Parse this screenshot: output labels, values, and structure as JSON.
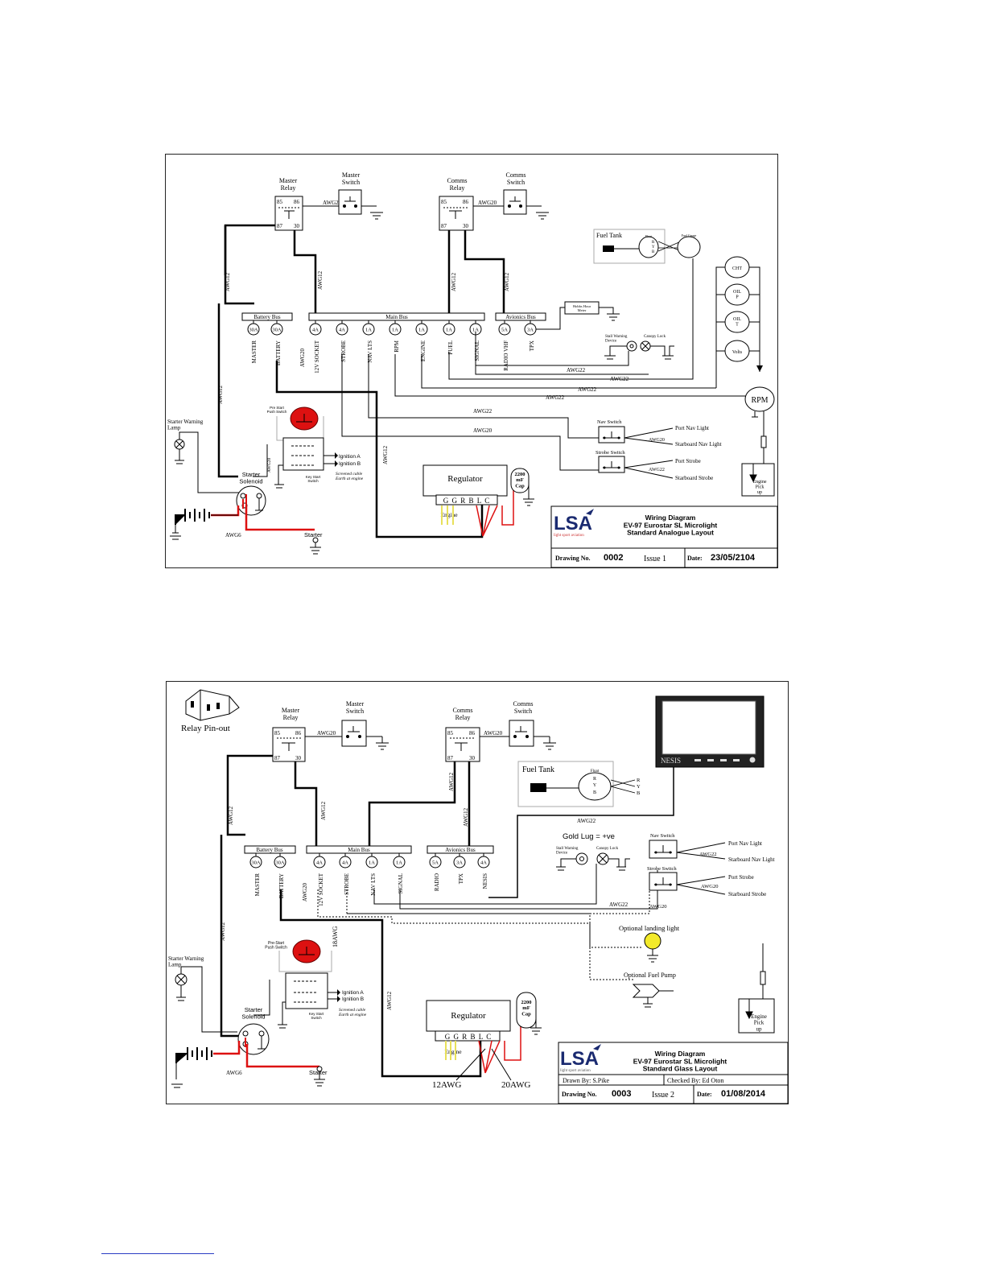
{
  "sheet1": {
    "master_relay": "Master\nRelay",
    "master_switch": "Master\nSwitch",
    "comms_relay": "Comms\nRelay",
    "comms_switch": "Comms\nSwitch",
    "relay_pins": [
      "85",
      "86",
      "87",
      "30"
    ],
    "fuel_tank": "Fuel Tank",
    "float": "Float",
    "fuel_gauge": "Fuel Gauge",
    "ryb": [
      "R",
      "Y",
      "B"
    ],
    "gauges": [
      {
        "name": "cht",
        "label": "CHT"
      },
      {
        "name": "oil-p",
        "label": "OIL\nP"
      },
      {
        "name": "oil-t",
        "label": "OIL\nT"
      },
      {
        "name": "volts",
        "label": "Volts"
      }
    ],
    "hobbs": "Hobbs Hour\nMeter",
    "stall_warning": "Stall Warning\nDevice",
    "canopy_lock": "Canopy Lock",
    "battery_bus": "Battery Bus",
    "main_bus": "Main Bus",
    "avionics_bus": "Avionics Bus",
    "breakers": [
      "30A",
      "30A",
      "4A",
      "4A",
      "1A",
      "1A",
      "1A",
      "1A",
      "1A",
      "5A",
      "3A"
    ],
    "breaker_labels": [
      "MASTER",
      "BATTERY",
      "AWG20",
      "12V SOCKET",
      "STROBE",
      "NAV LTS",
      "RPM",
      "ENGINE",
      "FUEL",
      "SIGNAL",
      "RADIO VHF",
      "TPX"
    ],
    "wire_labels": [
      "AWG20",
      "AWG20",
      "AWG12",
      "AWG12",
      "AWG12",
      "AWG12",
      "AWG12",
      "AWG12",
      "AWG22",
      "AWG22",
      "AWG22",
      "AWG22",
      "AWG22",
      "AWG20",
      "AWG20",
      "AWG22",
      "AWG20",
      "AWG6"
    ],
    "rpm": "RPM",
    "nav_switch": "Nav Switch",
    "strobe_switch": "Strobe Switch",
    "port_nav": "Port Nav Light",
    "stbd_nav": "Starboard Nav Light",
    "port_strobe": "Port Strobe",
    "stbd_strobe": "Starboard Strobe",
    "engine_pickup": "Engine\nPick\nup",
    "prestart": "Pre Start\nPush Switch",
    "starter_warning": "Starter Warning\nLamp",
    "ignition_a": "Ignition A",
    "ignition_b": "Ignition B",
    "key_start": "Key Start\nSwitch",
    "screened": "Screened cable\nEarth at engine",
    "starter_solenoid": "Starter\nSolenoid",
    "starter": "Starter",
    "regulator": "Regulator",
    "reg_pins": "G G R B L C",
    "engine": "Engine",
    "cap": "2200\nmF\nCap",
    "title_block": {
      "logo": "LSA",
      "logo_sub": "light sport aviation",
      "title": "Wiring Diagram\nEV-97 Eurostar SL Microlight\nStandard Analogue Layout",
      "drawing_no_label": "Drawing No.",
      "drawing_no": "0002",
      "issue": "Issue 1",
      "date_label": "Date:",
      "date": "23/05/2104"
    }
  },
  "sheet2": {
    "relay_pinout": "Relay Pin-out",
    "master_relay": "Master\nRelay",
    "master_switch": "Master\nSwitch",
    "comms_relay": "Comms\nRelay",
    "comms_switch": "Comms\nSwitch",
    "relay_pins": [
      "85",
      "86",
      "87",
      "30"
    ],
    "fuel_tank": "Fuel Tank",
    "float": "Float",
    "ryb": [
      "R",
      "Y",
      "B"
    ],
    "nesis": "NESIS",
    "gold_lug": "Gold Lug = +ve",
    "stall_warning": "Stall Warning\nDevice",
    "canopy_lock": "Canopy Lock",
    "battery_bus": "Battery Bus",
    "main_bus": "Main Bus",
    "avionics_bus": "Avionics Bus",
    "breakers": [
      "30A",
      "30A",
      "4A",
      "4A",
      "1A",
      "1A",
      "5A",
      "3A",
      "4A"
    ],
    "breaker_labels": [
      "MASTER",
      "BATTERY",
      "AWG20",
      "12V SOCKET",
      "STROBE",
      "NAV LTS",
      "SIGNAL",
      "RADIO",
      "TPX",
      "NESIS"
    ],
    "wire_labels": [
      "AWG20",
      "AWG20",
      "AWG12",
      "AWG12",
      "AWG12",
      "AWG12",
      "AWG12",
      "AWG12",
      "AWG22",
      "AWG22",
      "AWG22",
      "AWG20",
      "AWG20",
      "AWG6",
      "18AWG"
    ],
    "nav_switch": "Nav Switch",
    "strobe_switch": "Strobe Switch",
    "port_nav": "Port Nav Light",
    "stbd_nav": "Starboard Nav Light",
    "port_strobe": "Port Strobe",
    "stbd_strobe": "Starboard Strobe",
    "landing_light": "Optional landing light",
    "fuel_pump": "Optional Fuel Pump",
    "engine_pickup": "Engine\nPick\nup",
    "prestart": "Pre-Start\nPush Switch",
    "starter_warning": "Starter Warning\nLamp",
    "ignition_a": "Ignition A",
    "ignition_b": "Ignition B",
    "key_start": "Key Start\nSwitch",
    "screened": "Screened cable\nEarth at engine",
    "starter_solenoid": "Starter\nSolenoid",
    "starter": "Starter",
    "regulator": "Regulator",
    "reg_pins": "G G R B L C",
    "engine": "Engine",
    "cap": "2200\nmF\nCap",
    "awg12_label": "12AWG",
    "awg20_label": "20AWG",
    "title_block": {
      "logo": "LSA",
      "logo_sub": "light sport aviation",
      "title": "Wiring Diagram\nEV-97 Eurostar SL Microlight\nStandard Glass Layout",
      "drawn_by": "Drawn By: S.Pike",
      "checked_by": "Checked By: Ed Oton",
      "drawing_no_label": "Drawing No.",
      "drawing_no": "0003",
      "issue": "Issue 2",
      "date_label": "Date:",
      "date": "01/08/2014"
    }
  }
}
